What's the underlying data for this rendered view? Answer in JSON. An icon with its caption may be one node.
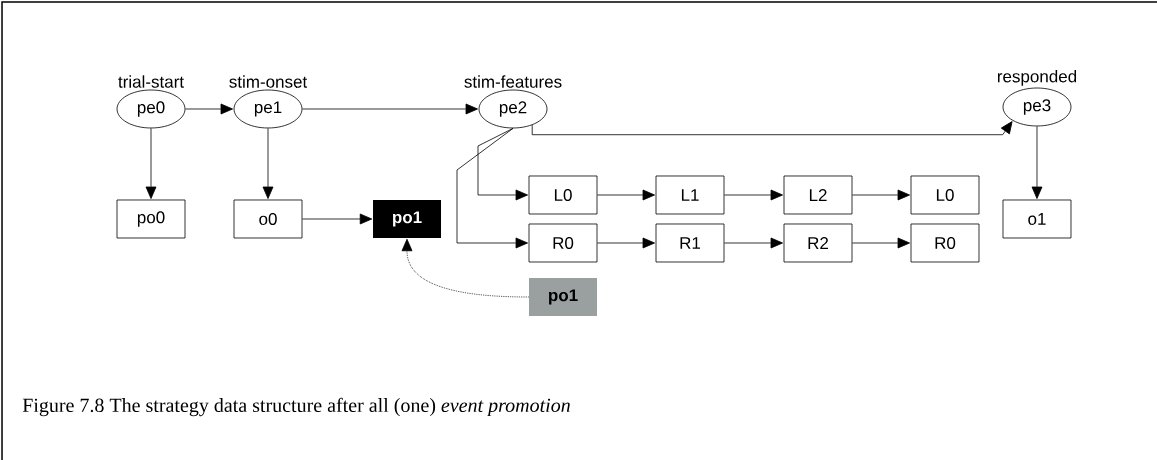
{
  "diagram": {
    "caption": "Figure 7.8 The strategy data structure after all (one) *event promotion*",
    "nodes": [
      {
        "text": [
          "trial-start",
          "pe0"
        ]
      },
      {
        "text": [
          "stim-onset",
          "pe1"
        ]
      },
      {
        "text": [
          "stim-features",
          "pe2"
        ]
      },
      {
        "text": [
          "responded",
          "pe3"
        ]
      },
      {
        "text": [
          "po0"
        ]
      },
      {
        "text": [
          "o0"
        ]
      },
      {
        "text": [
          "po1"
        ]
      },
      {
        "text": [
          "L0"
        ]
      },
      {
        "text": [
          "L1"
        ]
      },
      {
        "text": [
          "L2"
        ]
      },
      {
        "text": [
          "L0"
        ]
      },
      {
        "text": [
          "R0"
        ]
      },
      {
        "text": [
          "R1"
        ]
      },
      {
        "text": [
          "R2"
        ]
      },
      {
        "text": [
          "R0"
        ]
      },
      {
        "text": [
          "o1"
        ]
      },
      {
        "text": [
          "po1"
        ]
      }
    ],
    "edges": [
      {
        "from": 0,
        "to": 1,
        "arrow": "to"
      },
      {
        "from": 1,
        "to": 2,
        "arrow": "to"
      },
      {
        "from": 0,
        "to": 4,
        "arrow": "to"
      },
      {
        "from": 1,
        "to": 5,
        "arrow": "to"
      },
      {
        "from": 5,
        "to": 6,
        "arrow": "to"
      },
      {
        "from": 2,
        "to": 7,
        "arrow": "to"
      },
      {
        "from": 2,
        "to": 11,
        "arrow": "to"
      },
      {
        "from": 7,
        "to": 8,
        "arrow": "to"
      },
      {
        "from": 8,
        "to": 9,
        "arrow": "to"
      },
      {
        "from": 9,
        "to": 10,
        "arrow": "to"
      },
      {
        "from": 11,
        "to": 12,
        "arrow": "to"
      },
      {
        "from": 12,
        "to": 13,
        "arrow": "to"
      },
      {
        "from": 13,
        "to": 14,
        "arrow": "to"
      },
      {
        "from": 2,
        "to": 3,
        "arrow": "to"
      },
      {
        "from": 3,
        "to": 15,
        "arrow": "to"
      },
      {
        "from": 16,
        "to": 6,
        "arrow": "to",
        "style": "dashed"
      }
    ]
  }
}
